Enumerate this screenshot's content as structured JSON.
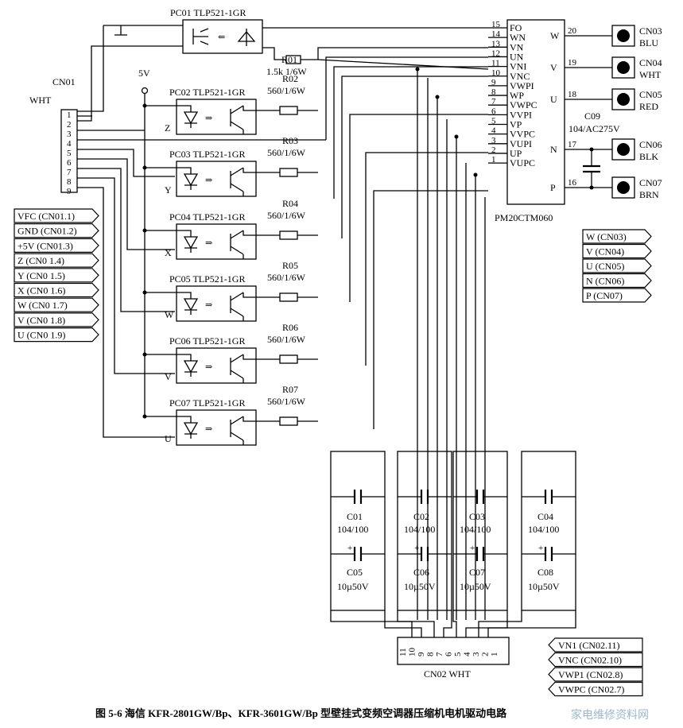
{
  "ic": {
    "name": "PM20CTM060",
    "left_pins": [
      {
        "num": "15",
        "label": "FO"
      },
      {
        "num": "14",
        "label": "WN"
      },
      {
        "num": "13",
        "label": "VN"
      },
      {
        "num": "12",
        "label": "UN"
      },
      {
        "num": "11",
        "label": "VNI"
      },
      {
        "num": "10",
        "label": "VNC"
      },
      {
        "num": "9",
        "label": "VWPI"
      },
      {
        "num": "8",
        "label": "WP"
      },
      {
        "num": "7",
        "label": "VWPC"
      },
      {
        "num": "6",
        "label": "VVPI"
      },
      {
        "num": "5",
        "label": "VP"
      },
      {
        "num": "4",
        "label": "VVPC"
      },
      {
        "num": "3",
        "label": "VUPI"
      },
      {
        "num": "2",
        "label": "UP"
      },
      {
        "num": "1",
        "label": "VUPC"
      }
    ],
    "right_pins": [
      {
        "num": "20",
        "label": "W"
      },
      {
        "num": "19",
        "label": "V"
      },
      {
        "num": "18",
        "label": "U"
      },
      {
        "num": "17",
        "label": "N"
      },
      {
        "num": "16",
        "label": "P"
      }
    ]
  },
  "output_connectors": [
    {
      "name": "CN03",
      "color": "BLU"
    },
    {
      "name": "CN04",
      "color": "WHT"
    },
    {
      "name": "CN05",
      "color": "RED"
    },
    {
      "name": "CN06",
      "color": "BLK"
    },
    {
      "name": "CN07",
      "color": "BRN"
    }
  ],
  "c09": {
    "name": "C09",
    "value": "104/AC275V"
  },
  "cn01": {
    "name": "CN01",
    "color": "WHT",
    "pins": [
      "1",
      "2",
      "3",
      "4",
      "5",
      "6",
      "7",
      "8",
      "9"
    ]
  },
  "supply": "5V",
  "optocouplers": [
    {
      "name": "PC01 TLP521-1GR",
      "phase": ""
    },
    {
      "name": "PC02 TLP521-1GR",
      "phase": "Z"
    },
    {
      "name": "PC03 TLP521-1GR",
      "phase": "Y"
    },
    {
      "name": "PC04 TLP521-1GR",
      "phase": "X"
    },
    {
      "name": "PC05 TLP521-1GR",
      "phase": "W"
    },
    {
      "name": "PC06 TLP521-1GR",
      "phase": "V"
    },
    {
      "name": "PC07 TLP521-1GR",
      "phase": "U"
    }
  ],
  "resistors": [
    {
      "name": "R01",
      "value": "1.5k 1/6W"
    },
    {
      "name": "R02",
      "value": "560/1/6W"
    },
    {
      "name": "R03",
      "value": "560/1/6W"
    },
    {
      "name": "R04",
      "value": "560/1/6W"
    },
    {
      "name": "R05",
      "value": "560/1/6W"
    },
    {
      "name": "R06",
      "value": "560/1/6W"
    },
    {
      "name": "R07",
      "value": "560/1/6W"
    }
  ],
  "capacitors_top": [
    {
      "name": "C01",
      "value": "104/100"
    },
    {
      "name": "C02",
      "value": "104/100"
    },
    {
      "name": "C03",
      "value": "104/100"
    },
    {
      "name": "C04",
      "value": "104/100"
    }
  ],
  "capacitors_bottom": [
    {
      "name": "C05",
      "value": "10µ50V"
    },
    {
      "name": "C06",
      "value": "10µ50V"
    },
    {
      "name": "C07",
      "value": "10µ50V"
    },
    {
      "name": "C08",
      "value": "10µ50V"
    }
  ],
  "polarity_mark": "+",
  "cn02": {
    "name": "CN02 WHT",
    "pins": [
      "11",
      "10",
      "9",
      "8",
      "7",
      "6",
      "5",
      "4",
      "3",
      "2",
      "1"
    ]
  },
  "left_signal_tags": [
    "VFC (CN01.1)",
    "GND (CN01.2)",
    "+5V (CN01.3)",
    "Z (CN0 1.4)",
    "Y (CN0 1.5)",
    "X (CN0 1.6)",
    "W (CN0 1.7)",
    "V (CN0 1.8)",
    "U (CN0 1.9)"
  ],
  "right_output_tags": [
    "W (CN03)",
    "V (CN04)",
    "U (CN05)",
    "N (CN06)",
    "P (CN07)"
  ],
  "bottom_tags": [
    "VN1 (CN02.11)",
    "VNC (CN02.10)",
    "VWP1 (CN02.8)",
    "VWPC (CN02.7)"
  ],
  "caption": "图 5-6   海信 KFR-2801GW/Bp、KFR-3601GW/Bp 型壁挂式变频空调器压缩机电机驱动电路",
  "watermark": "家电维修资料网"
}
